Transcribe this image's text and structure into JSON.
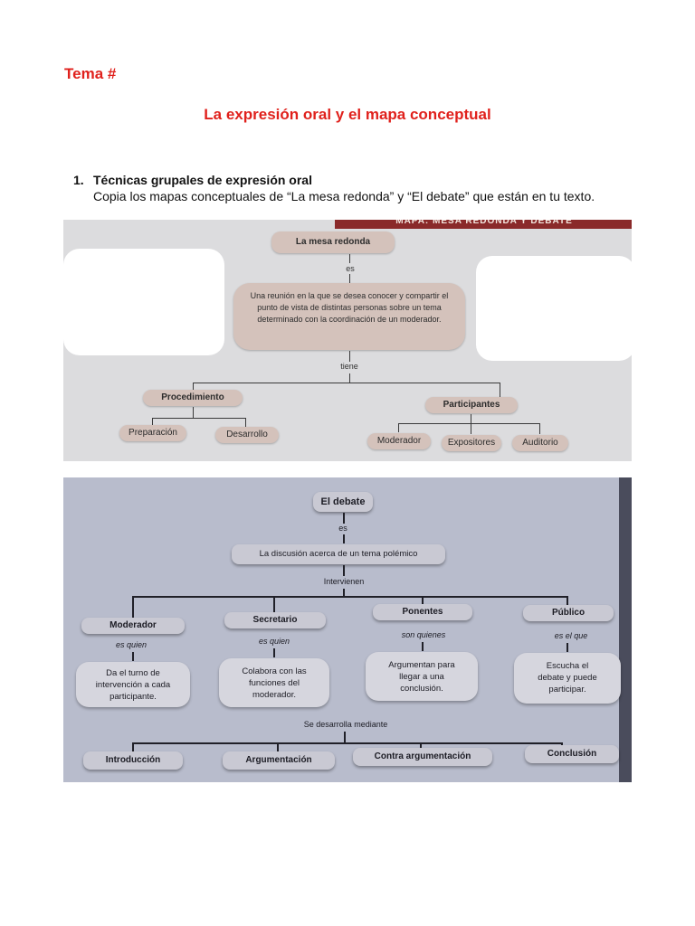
{
  "header": {
    "tema": "Tema #",
    "title": "La expresión oral y el mapa conceptual"
  },
  "section": {
    "number": "1.",
    "heading": "Técnicas grupales de expresión oral",
    "instruction": "Copia los mapas conceptuales de “La mesa redonda” y “El debate” que están en tu texto."
  },
  "map1": {
    "banner": "MAPA: MESA REDONDA Y DEBATE",
    "root": "La mesa redonda",
    "link_es": "es",
    "definition": "Una reunión en la que se desea conocer y compartir el punto de vista de distintas personas sobre un tema determinado con la coordinación de un moderador.",
    "link_tiene": "tiene",
    "procedimiento": "Procedimiento",
    "preparacion": "Preparación",
    "desarrollo": "Desarrollo",
    "participantes": "Participantes",
    "moderador": "Moderador",
    "expositores": "Expositores",
    "auditorio": "Auditorio"
  },
  "map2": {
    "root": "El debate",
    "link_es": "es",
    "definition": "La discusión acerca de un tema polémico",
    "link_intervienen": "Intervienen",
    "roles": [
      {
        "name": "Moderador",
        "link": "es quien",
        "desc": "Da el turno de intervención a cada participante."
      },
      {
        "name": "Secretario",
        "link": "es quien",
        "desc": "Colabora con las funciones del moderador."
      },
      {
        "name": "Ponentes",
        "link": "son quienes",
        "desc": "Argumentan para llegar a una conclusión."
      },
      {
        "name": "Público",
        "link": "es el que",
        "desc": "Escucha el debate y puede participar."
      }
    ],
    "link_desarrolla": "Se desarrolla mediante",
    "stages": [
      "Introducción",
      "Argumentación",
      "Contra argumentación",
      "Conclusión"
    ]
  }
}
